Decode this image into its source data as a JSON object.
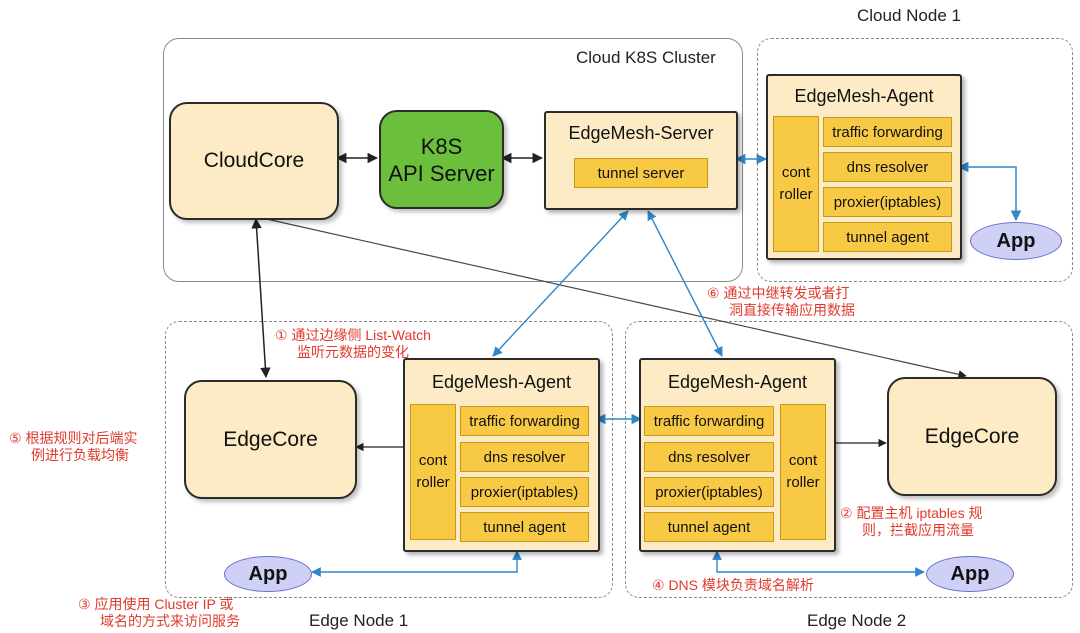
{
  "regions": {
    "cloud_cluster": "Cloud K8S Cluster",
    "cloud_node": "Cloud Node 1",
    "edge_node_1": "Edge Node  1",
    "edge_node_2": "Edge Node 2"
  },
  "cloudcore": "CloudCore",
  "api_server": {
    "line1": "K8S",
    "line2": "API Server"
  },
  "edgemesh_server": {
    "title": "EdgeMesh-Server",
    "tunnel": "tunnel server"
  },
  "agent_cloud": {
    "title": "EdgeMesh-Agent",
    "controller": [
      "cont",
      "roller"
    ],
    "modules": [
      "traffic forwarding",
      "dns resolver",
      "proxier(iptables)",
      "tunnel agent"
    ]
  },
  "agent_edge1": {
    "title": "EdgeMesh-Agent",
    "controller": [
      "cont",
      "roller"
    ],
    "modules": [
      "traffic forwarding",
      "dns resolver",
      "proxier(iptables)",
      "tunnel agent"
    ]
  },
  "agent_edge2": {
    "title": "EdgeMesh-Agent",
    "controller": [
      "cont",
      "roller"
    ],
    "modules": [
      "traffic forwarding",
      "dns resolver",
      "proxier(iptables)",
      "tunnel agent"
    ]
  },
  "edgecore_1": "EdgeCore",
  "edgecore_2": "EdgeCore",
  "app_label": "App",
  "annotations": {
    "n1": [
      "① 通过边缘侧 List-Watch",
      "监听元数据的变化"
    ],
    "n2": [
      "② 配置主机 iptables 规",
      "则，拦截应用流量"
    ],
    "n3": [
      "③ 应用使用 Cluster IP 或",
      "域名的方式来访问服务"
    ],
    "n4": [
      "④ DNS 模块负责域名解析"
    ],
    "n5": [
      "⑤ 根据规则对后端实",
      "例进行负载均衡"
    ],
    "n6": [
      "⑥ 通过中继转发或者打",
      "洞直接传输应用数据"
    ]
  },
  "colors": {
    "core_fill": "#fcebc4",
    "module_fill": "#f8c945",
    "api_fill": "#6cbf3d",
    "app_fill": "#cfd0f6",
    "blue_arrow": "#2f86c8",
    "note_text": "#e03a2d"
  }
}
